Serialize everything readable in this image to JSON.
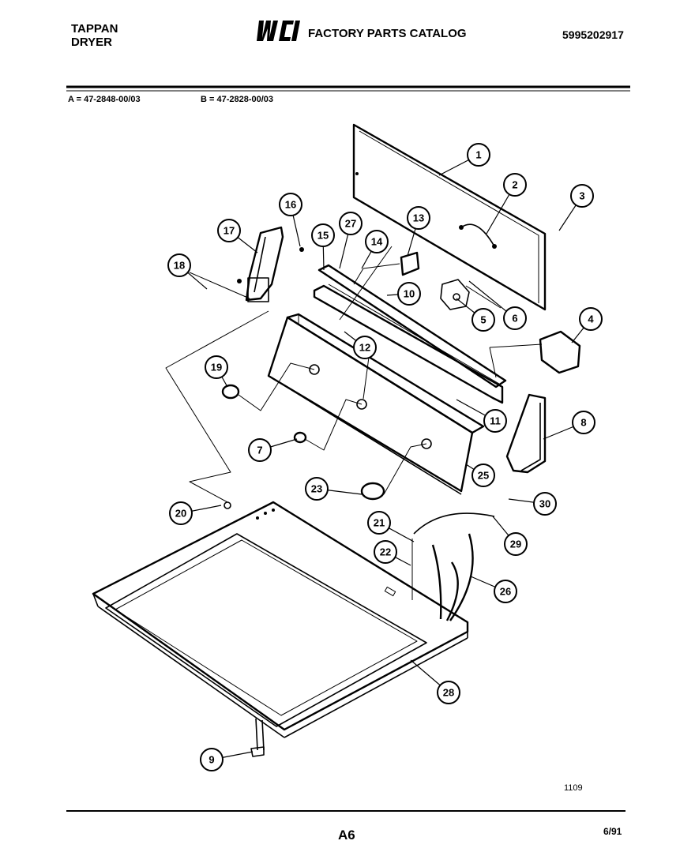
{
  "header": {
    "brand_line1": "TAPPAN",
    "brand_line2": "DRYER",
    "logo_text": "WCI",
    "catalog_title": "FACTORY PARTS CATALOG",
    "catalog_number": "5995202917"
  },
  "models": {
    "a": "A = 47-2848-00/03",
    "b": "B = 47-2828-00/03"
  },
  "callouts": [
    "1",
    "2",
    "3",
    "4",
    "5",
    "6",
    "7",
    "8",
    "9",
    "10",
    "11",
    "12",
    "13",
    "14",
    "15",
    "16",
    "17",
    "18",
    "19",
    "20",
    "21",
    "22",
    "23",
    "25",
    "26",
    "27",
    "28",
    "29",
    "30"
  ],
  "footer": {
    "drawing_number": "1109",
    "page": "A6",
    "date": "6/91"
  }
}
